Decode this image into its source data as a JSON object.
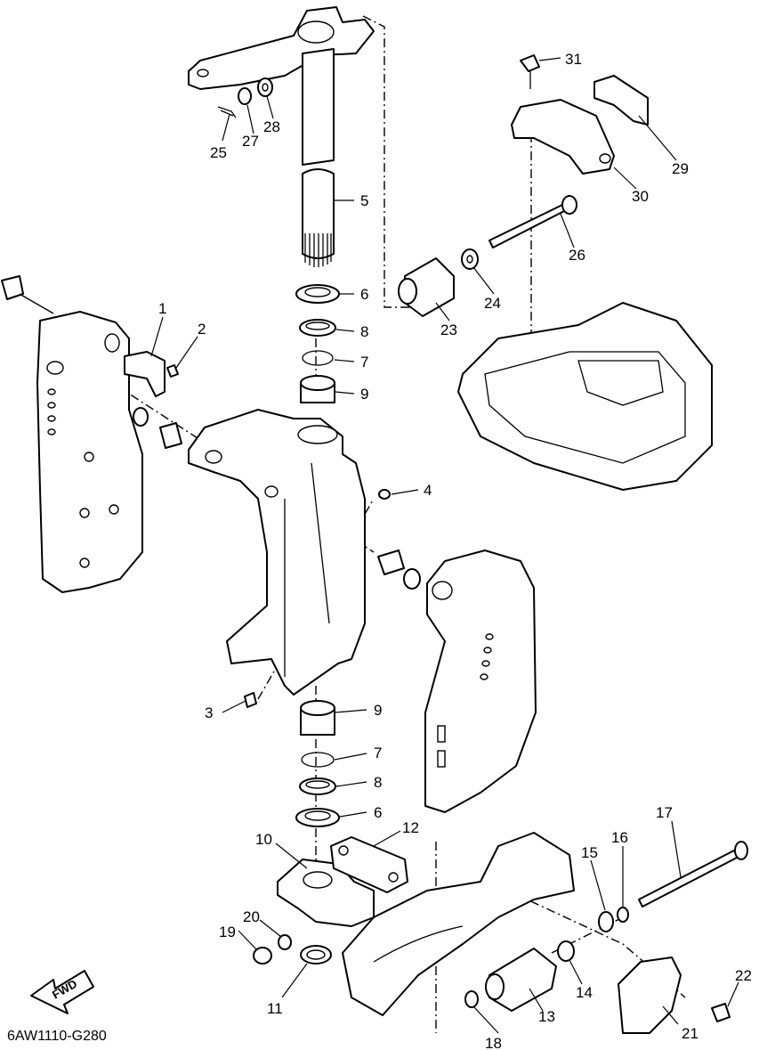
{
  "diagram": {
    "drawing_code": "6AW1110-G280",
    "fwd_label": "FWD",
    "callouts": [
      {
        "id": "c1",
        "text": "1"
      },
      {
        "id": "c2",
        "text": "2"
      },
      {
        "id": "c3",
        "text": "3"
      },
      {
        "id": "c4",
        "text": "4"
      },
      {
        "id": "c5",
        "text": "5"
      },
      {
        "id": "c6a",
        "text": "6"
      },
      {
        "id": "c6b",
        "text": "6"
      },
      {
        "id": "c7a",
        "text": "7"
      },
      {
        "id": "c7b",
        "text": "7"
      },
      {
        "id": "c8a",
        "text": "8"
      },
      {
        "id": "c8b",
        "text": "8"
      },
      {
        "id": "c9a",
        "text": "9"
      },
      {
        "id": "c9b",
        "text": "9"
      },
      {
        "id": "c10",
        "text": "10"
      },
      {
        "id": "c11",
        "text": "11"
      },
      {
        "id": "c12",
        "text": "12"
      },
      {
        "id": "c13",
        "text": "13"
      },
      {
        "id": "c14",
        "text": "14"
      },
      {
        "id": "c15",
        "text": "15"
      },
      {
        "id": "c16",
        "text": "16"
      },
      {
        "id": "c17",
        "text": "17"
      },
      {
        "id": "c18",
        "text": "18"
      },
      {
        "id": "c19",
        "text": "19"
      },
      {
        "id": "c20",
        "text": "20"
      },
      {
        "id": "c21",
        "text": "21"
      },
      {
        "id": "c22",
        "text": "22"
      },
      {
        "id": "c23",
        "text": "23"
      },
      {
        "id": "c24",
        "text": "24"
      },
      {
        "id": "c25",
        "text": "25"
      },
      {
        "id": "c26",
        "text": "26"
      },
      {
        "id": "c27",
        "text": "27"
      },
      {
        "id": "c28",
        "text": "28"
      },
      {
        "id": "c29",
        "text": "29"
      },
      {
        "id": "c30",
        "text": "30"
      },
      {
        "id": "c31",
        "text": "31"
      }
    ]
  }
}
